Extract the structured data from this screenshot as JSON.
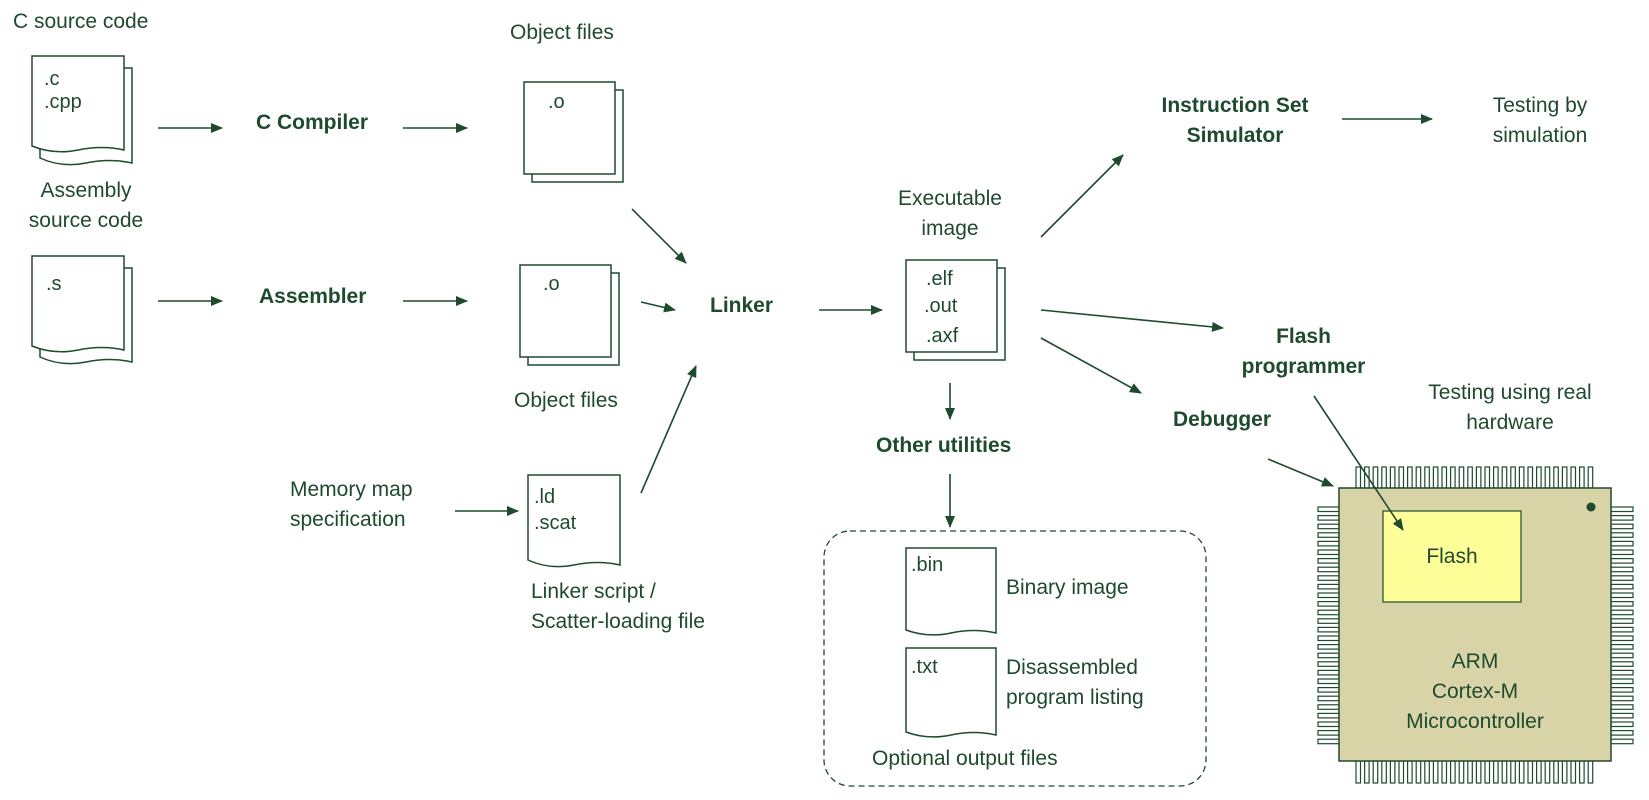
{
  "colors": {
    "ink": "#1e4a2e",
    "chip_fill": "#d8d4a8",
    "flash_fill": "#ffff99",
    "paper": "#ffffff"
  },
  "sources": {
    "c_source_label": "C source code",
    "c_ext_1": ".c",
    "c_ext_2": ".cpp",
    "asm_label_1": "Assembly",
    "asm_label_2": "source code",
    "asm_ext": ".s"
  },
  "tools": {
    "c_compiler": "C Compiler",
    "assembler": "Assembler",
    "linker": "Linker",
    "iss_1": "Instruction Set",
    "iss_2": "Simulator",
    "flash_prog_1": "Flash",
    "flash_prog_2": "programmer",
    "debugger": "Debugger",
    "other_utilities": "Other utilities"
  },
  "objects": {
    "top_label": "Object files",
    "bottom_label": "Object files",
    "ext_top": ".o",
    "ext_bottom": ".o"
  },
  "linker_script": {
    "ext_1": ".ld",
    "ext_2": ".scat",
    "label_1": "Linker script /",
    "label_2": "Scatter-loading file"
  },
  "memory_map": {
    "label_1": "Memory map",
    "label_2": "specification"
  },
  "executable": {
    "label_1": "Executable",
    "label_2": "image",
    "ext_1": ".elf",
    "ext_2": ".out",
    "ext_3": ".axf"
  },
  "testing": {
    "sim_1": "Testing by",
    "sim_2": "simulation",
    "hw_1": "Testing using real",
    "hw_2": "hardware"
  },
  "optional": {
    "bin_ext": ".bin",
    "bin_label": "Binary image",
    "txt_ext": ".txt",
    "txt_label_1": "Disassembled",
    "txt_label_2": "program listing",
    "group_label": "Optional output files"
  },
  "chip": {
    "flash": "Flash",
    "name_1": "ARM",
    "name_2": "Cortex-M",
    "name_3": "Microcontroller"
  }
}
